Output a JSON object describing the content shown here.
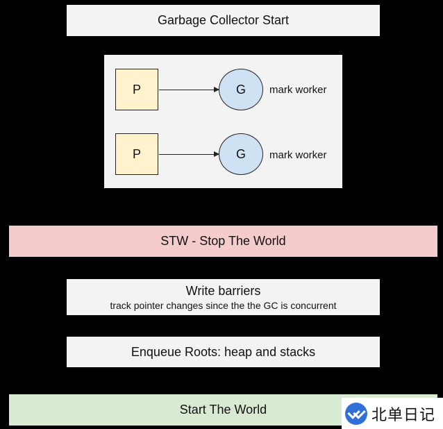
{
  "colors": {
    "background": "#000000",
    "neutral_box": "#f3f3f3",
    "stw_box": "#f4cccc",
    "start_world_box": "#d9ead3",
    "processor_fill": "#fff2cc",
    "goroutine_fill": "#cfe2f3"
  },
  "gc_start": {
    "label": "Garbage Collector Start"
  },
  "workers": [
    {
      "processor": "P",
      "goroutine": "G",
      "label": "mark worker"
    },
    {
      "processor": "P",
      "goroutine": "G",
      "label": "mark worker"
    }
  ],
  "stw": {
    "label": "STW - Stop The World"
  },
  "write_barriers": {
    "label": "Write barriers",
    "sublabel": "track pointer changes since the the GC is concurrent"
  },
  "enqueue_roots": {
    "label": "Enqueue Roots: heap and stacks"
  },
  "start_world": {
    "label": "Start The World"
  },
  "watermark": {
    "logo": "check-logo-icon",
    "text": "北单日记"
  }
}
